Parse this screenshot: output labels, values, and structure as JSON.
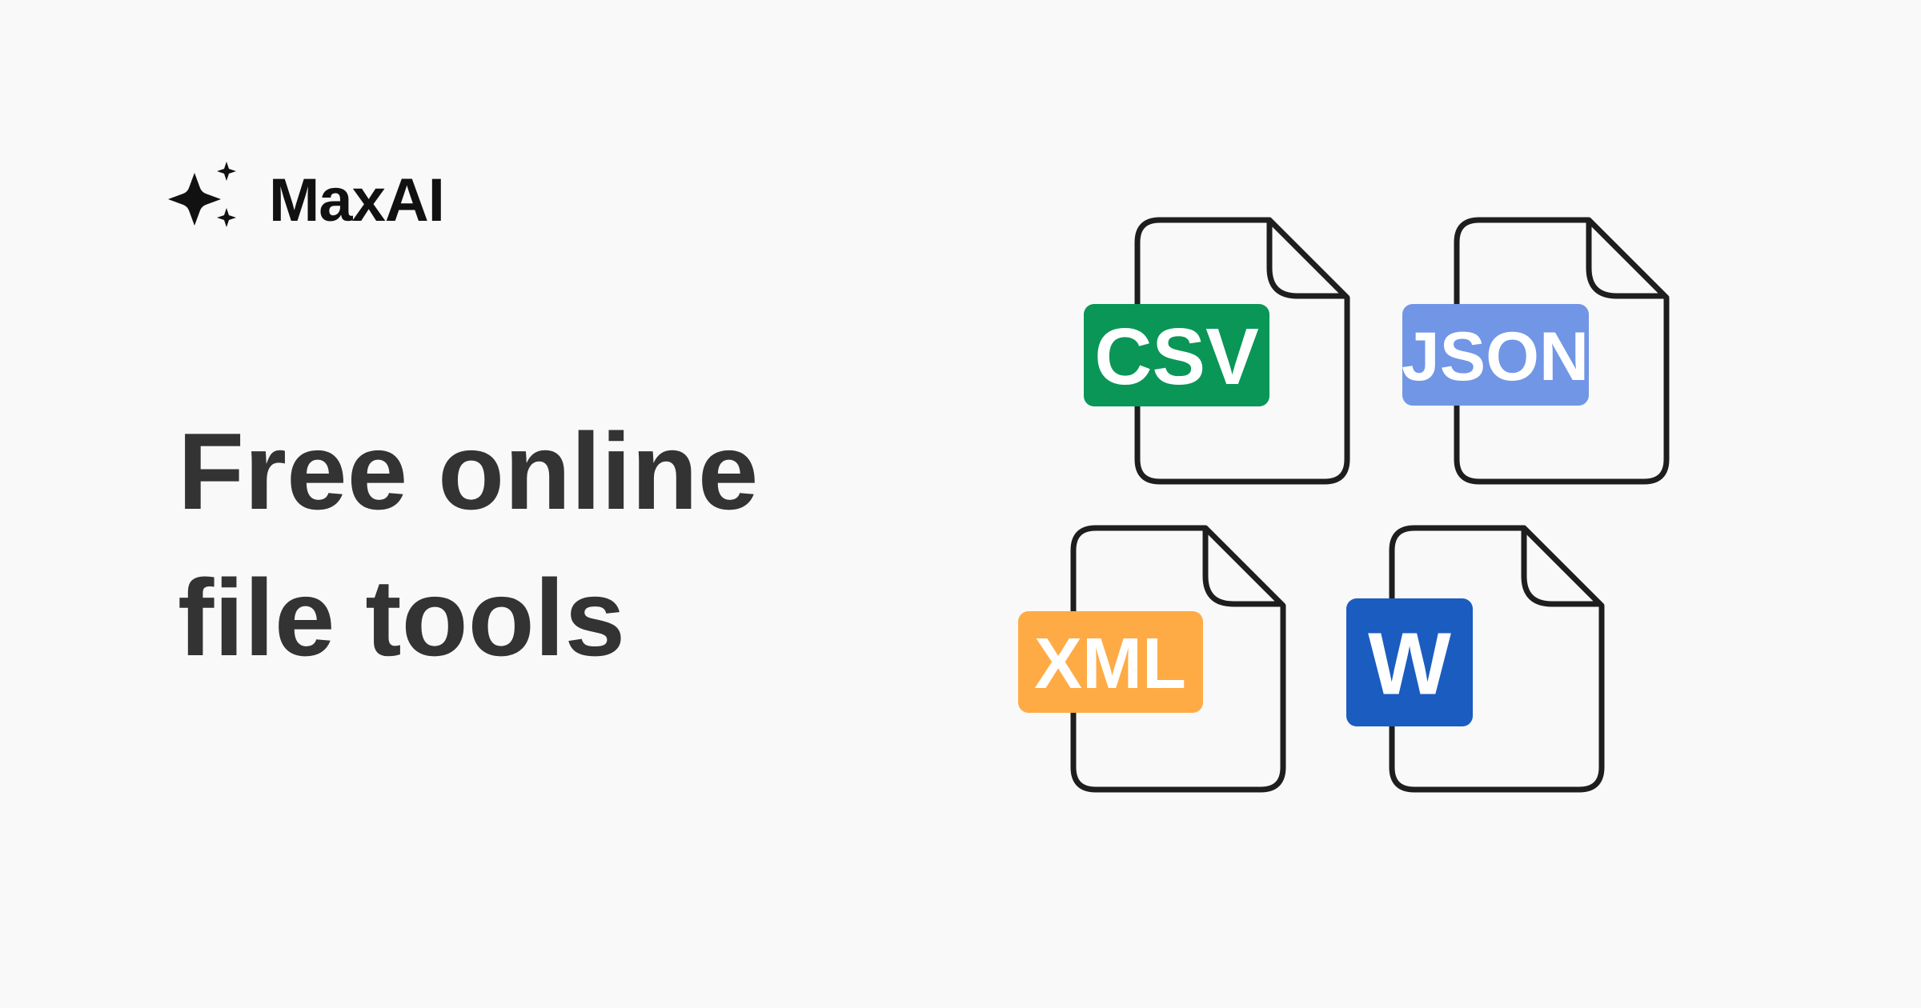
{
  "brand": {
    "name": "MaxAI",
    "logo_icon": "sparkles-icon"
  },
  "headline": {
    "line1": "Free online",
    "line2": "file tools"
  },
  "file_types": [
    {
      "label": "CSV",
      "color": "#0a9657",
      "icon": "csv-file-icon"
    },
    {
      "label": "JSON",
      "color": "#7196e6",
      "icon": "json-file-icon"
    },
    {
      "label": "XML",
      "color": "#ffab45",
      "icon": "xml-file-icon"
    },
    {
      "label": "W",
      "color": "#1b5cc0",
      "icon": "word-file-icon"
    }
  ]
}
